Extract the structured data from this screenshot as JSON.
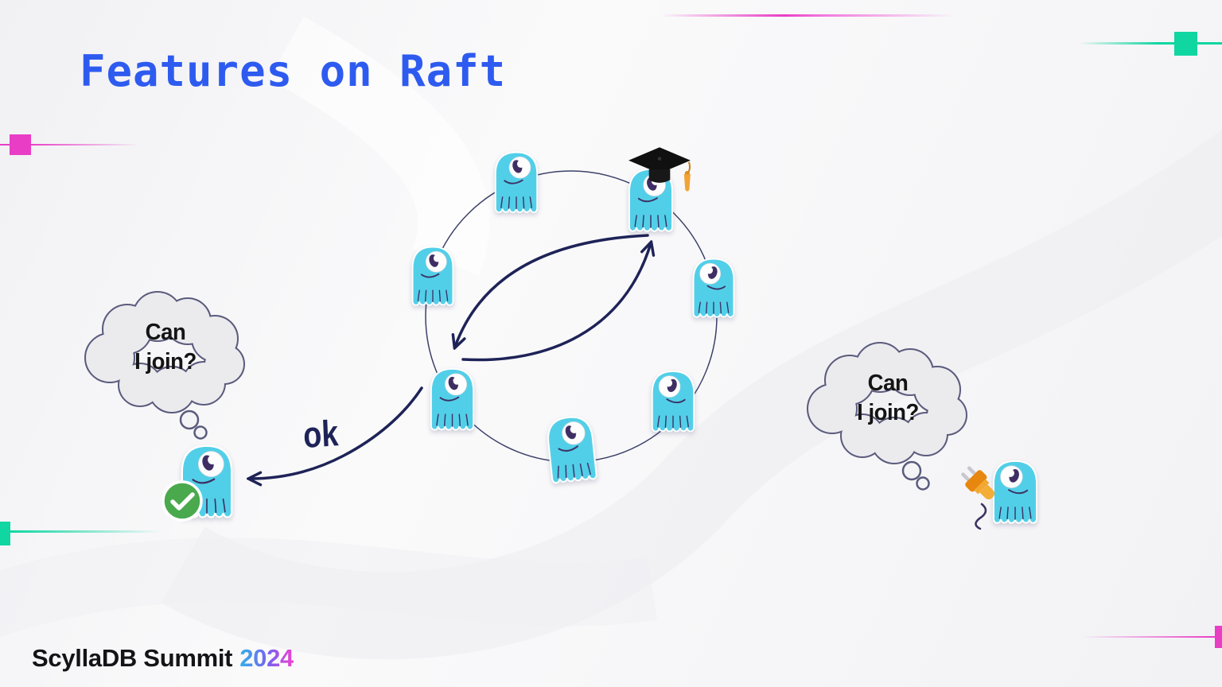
{
  "slide": {
    "title": "Features on Raft",
    "footer": {
      "brand": "ScyllaDB Summit",
      "year": "2024"
    }
  },
  "diagram": {
    "ok_label": "ok",
    "left_thought_bubble": {
      "lines": [
        "Can",
        "I join?"
      ]
    },
    "right_thought_bubble": {
      "lines": [
        "Can",
        "I join?"
      ]
    },
    "cluster": {
      "ring_nodes": [
        {
          "id": "node-top",
          "role": "follower"
        },
        {
          "id": "node-leader",
          "role": "leader",
          "accessory": "graduation-cap-icon"
        },
        {
          "id": "node-left",
          "role": "follower"
        },
        {
          "id": "node-right",
          "role": "follower"
        },
        {
          "id": "node-bottom-left",
          "role": "follower"
        },
        {
          "id": "node-bottom-center",
          "role": "follower"
        },
        {
          "id": "node-bottom-right",
          "role": "follower"
        }
      ],
      "external_nodes": [
        {
          "id": "joined-node",
          "side": "left",
          "badge": "check-icon"
        },
        {
          "id": "joining-node",
          "side": "right",
          "accessory": "plug-icon"
        }
      ],
      "arrows": [
        {
          "id": "leader-exchange-up"
        },
        {
          "id": "leader-exchange-down"
        },
        {
          "id": "ok-approval"
        }
      ]
    }
  },
  "colors": {
    "title_blue": "#2e5bef",
    "mascot_cyan": "#52cfe8",
    "arrow_navy": "#1e2357",
    "decor_magenta": "#e93dc6",
    "decor_green": "#10d6a1",
    "check_green": "#4aa94d",
    "plug_orange": "#f2a024",
    "year_gradient": [
      "#31b2e9",
      "#7a5ff0",
      "#f042d0"
    ]
  }
}
